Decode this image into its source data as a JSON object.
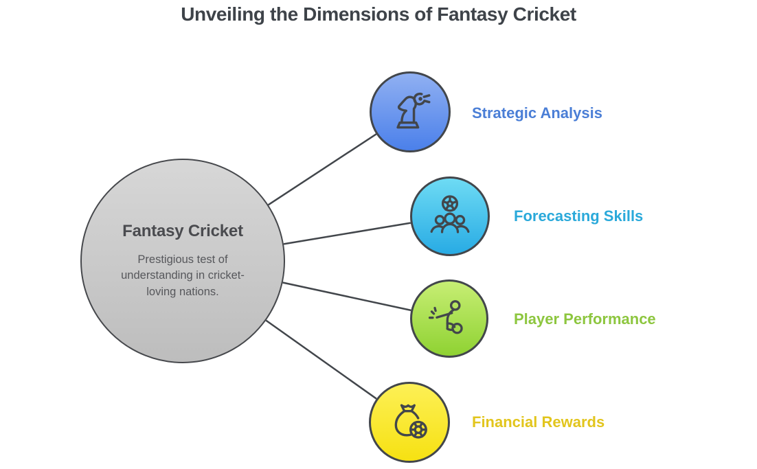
{
  "title": "Unveiling the Dimensions of Fantasy Cricket",
  "colors": {
    "background": "#ffffff",
    "title_text": "#3e4349",
    "outline": "#42464b"
  },
  "center": {
    "label": "Fantasy Cricket",
    "description": "Prestigious test of understanding in cricket-loving nations.",
    "circle_top": "#d7d7d7",
    "circle_bottom": "#bdbdbd"
  },
  "nodes": [
    {
      "label": "Strategic Analysis",
      "icon": "chess-knight-strategy-icon",
      "label_color": "#4a7ed6",
      "circle_top": "#90b0f2",
      "circle_bottom": "#4b80ea"
    },
    {
      "label": "Forecasting Skills",
      "icon": "football-team-icon",
      "label_color": "#2aa9da",
      "circle_top": "#6edbf4",
      "circle_bottom": "#28abe4"
    },
    {
      "label": "Player Performance",
      "icon": "player-action-icon",
      "label_color": "#8dc63f",
      "circle_top": "#c7ee74",
      "circle_bottom": "#8fd232"
    },
    {
      "label": "Financial Rewards",
      "icon": "money-bag-coin-icon",
      "label_color": "#e2c51d",
      "circle_top": "#fdf056",
      "circle_bottom": "#f6e112"
    }
  ]
}
